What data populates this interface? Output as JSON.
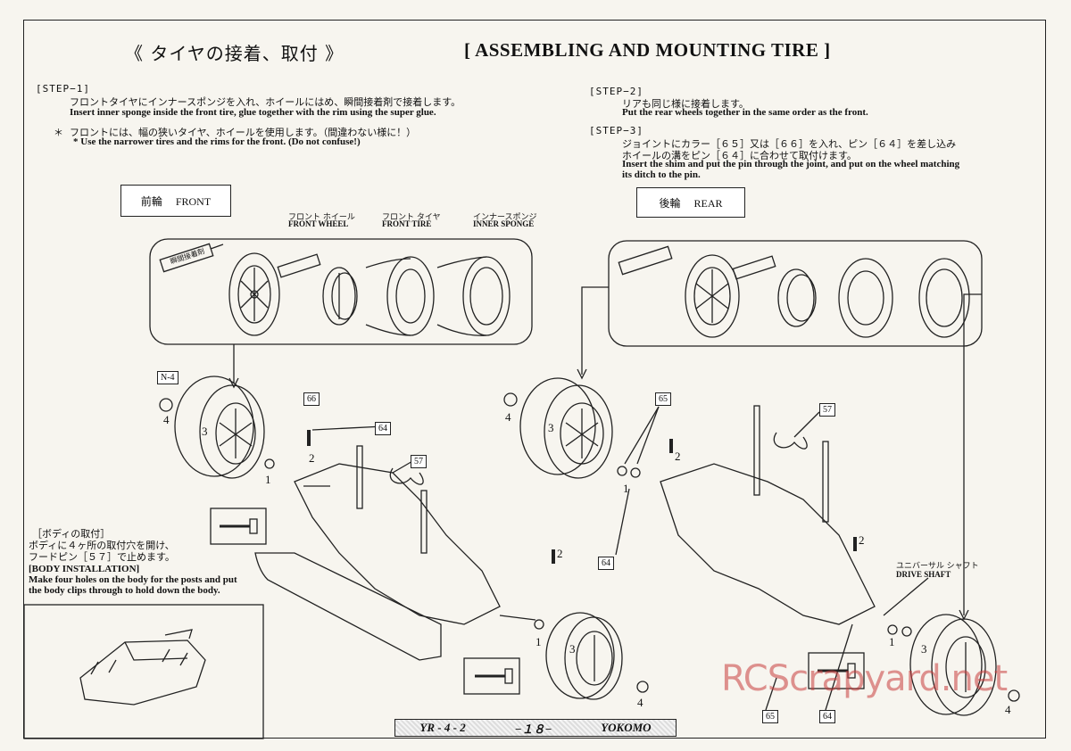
{
  "header": {
    "title_jp": "《 タイヤの接着、取付 》",
    "title_en": "[ ASSEMBLING AND MOUNTING TIRE ]"
  },
  "step1": {
    "label": "[STEP−1]",
    "jp": "フロントタイヤにインナースポンジを入れ、ホイールにはめ、瞬間接着剤で接着します。",
    "en": "Insert inner sponge inside the front tire, glue together with the rim using the super glue.",
    "note_mark": "＊",
    "note_jp": "フロントには、幅の狭いタイヤ、ホイールを使用します。（間違わない様に！）",
    "note_en": "* Use the narrower tires and the rims for the front. (Do not confuse!)"
  },
  "step2": {
    "label": "[STEP−2]",
    "jp": "リアも同じ様に接着します。",
    "en": "Put the rear wheels together in the same order as the front."
  },
  "step3": {
    "label": "[STEP−3]",
    "jp1": "ジョイントにカラー［６５］又は［６６］を入れ、ピン［６４］を差し込み",
    "jp2": "ホイールの溝をピン［６４］に合わせて取付けます。",
    "en1": "Insert the shim and put the pin through the joint, and put on the wheel matching",
    "en2": "its ditch to the pin."
  },
  "front_box": "前輪　 FRONT",
  "rear_box": "後輪　 REAR",
  "front_parts": {
    "wheel_jp": "フロント ホイール",
    "wheel_en": "FRONT WHEEL",
    "tire_jp": "フロント タイヤ",
    "tire_en": "FRONT TIRE",
    "sponge_jp": "インナースポンジ",
    "sponge_en": "INNER SPONGE",
    "glue": "瞬間接着剤"
  },
  "body_install": {
    "jp_title": "［ボディの取付］",
    "jp1": "ボディに４ヶ所の取付穴を開け、",
    "jp2": "フードピン［５７］で止めます。",
    "en_title": "[BODY INSTALLATION]",
    "en1": "Make four holes on the body for the posts and put",
    "en2": "the body clips through to hold down the body."
  },
  "drive_shaft": {
    "jp": "ユニバーサル シャフト",
    "en": "DRIVE SHAFT"
  },
  "tags": {
    "n4": "N-4",
    "p66": "66",
    "p64": "64",
    "p57": "57",
    "p65": "65"
  },
  "numbers": {
    "one": "1",
    "two": "2",
    "three": "3",
    "four": "4"
  },
  "footer": {
    "left": "YR - 4 - 2",
    "center": "−１８−",
    "right": "YOKOMO"
  },
  "watermark": "RCScrapyard.net"
}
